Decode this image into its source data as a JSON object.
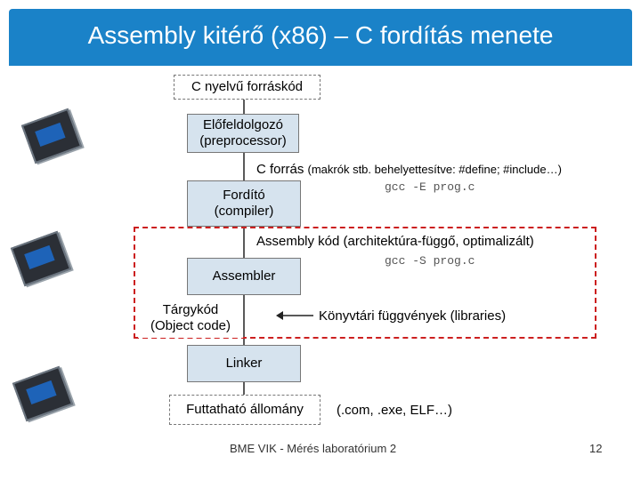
{
  "title": "Assembly kitérő (x86) – C fordítás menete",
  "nodes": {
    "source": "C nyelvű forráskód",
    "preprocessor": [
      "Előfeldolgozó",
      "(preprocessor)"
    ],
    "compiler": [
      "Fordító",
      "(compiler)"
    ],
    "assembler": "Assembler",
    "object": [
      "Tárgykód",
      "(Object code)"
    ],
    "linker": "Linker",
    "executable": "Futtatható állomány"
  },
  "labels": {
    "c_source_bold": "C forrás",
    "c_source_note": "(makrók stb. behelyettesítve: #define; #include…)",
    "gcc_e": "gcc -E prog.c",
    "assembly_code": "Assembly kód (architektúra-függő, optimalizált)",
    "gcc_s": "gcc -S prog.c",
    "libraries": "Könyvtári függvények (libraries)",
    "extensions": "(.com, .exe, ELF…)"
  },
  "footer": {
    "caption": "BME VIK - Mérés laboratórium 2",
    "page": "12"
  },
  "colors": {
    "title_bar": "#1a82c8",
    "shaded_box": "#d6e3ee",
    "red_dash": "#cc1f1f"
  }
}
